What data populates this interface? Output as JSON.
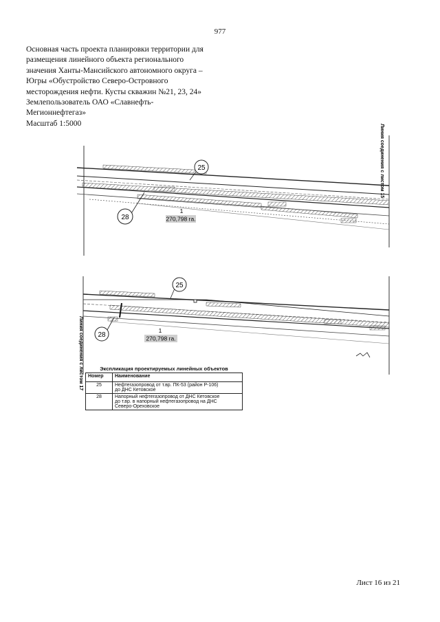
{
  "page_number": "977",
  "header_lines": [
    "Основная часть проекта планировки территории для",
    "размещения линейного объекта регионального",
    "значения Ханты-Мансийского автономного округа –",
    "Югры  «Обустройство Северо-Островного",
    "месторождения нефти. Кусты скважин №21, 23, 24»",
    "Землепользователь ОАО «Славнефть-",
    "Мегионнефтегаз»",
    "Масштаб 1:5000"
  ],
  "map_top": {
    "callouts": [
      "25",
      "28"
    ],
    "area_label": {
      "number": "1",
      "value": "270,798 га."
    },
    "connection_label": "Линия соединения с листом 15"
  },
  "map_bottom": {
    "callouts": [
      "25",
      "28"
    ],
    "area_label": {
      "number": "1",
      "value": "270,798 га."
    },
    "connection_label": "Линия соединения с листом 17"
  },
  "legend": {
    "title": "Экспликация  проектируемых линейных объектов",
    "columns": [
      "Номер",
      "Наименование"
    ],
    "rows": [
      {
        "number": "25",
        "name_lines": [
          "Нефтегазопровод от т.вр. ПК-53 (район Р-106)",
          "до ДНС Кетовское"
        ]
      },
      {
        "number": "28",
        "name_lines": [
          "Напорный нефтегазопровод от ДНС Кетовское",
          "до т.вр. в напорный нефтегазопровод на ДНС",
          "Северо-Ореховское"
        ]
      }
    ]
  },
  "footer": "Лист 16 из 21"
}
